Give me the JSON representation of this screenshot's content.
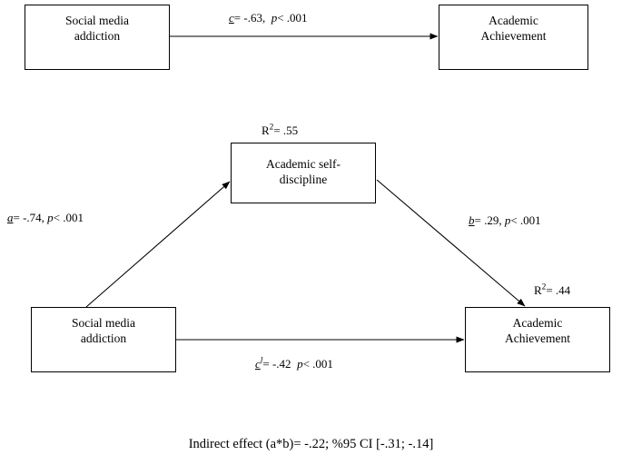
{
  "figure": {
    "caption": "Indirect effect (a*b)= -.22; %95 CI [-.31; -.14]",
    "line_color": "#000000",
    "background": "#ffffff"
  },
  "model_total": {
    "predictor": {
      "label": "Social media\naddiction"
    },
    "outcome": {
      "label": "Academic\nAchievement"
    },
    "path_c": {
      "symbol": "c",
      "coefficient": "= -.63,",
      "p_symbol": "p",
      "p_value": "< .001"
    }
  },
  "model_mediation": {
    "predictor": {
      "label": "Social media\naddiction"
    },
    "mediator": {
      "label": "Academic self-\ndiscipline",
      "r2_symbol": "R",
      "r2_exponent": "2",
      "r2_value": "= .55"
    },
    "outcome": {
      "label": "Academic\nAchievement",
      "r2_symbol": "R",
      "r2_exponent": "2",
      "r2_value": "= .44"
    },
    "path_a": {
      "symbol": "a",
      "coefficient": "= -.74,",
      "p_symbol": "p",
      "p_value": "< .001"
    },
    "path_b": {
      "symbol": "b",
      "coefficient": "= .29,",
      "p_symbol": "p",
      "p_value": "< .001"
    },
    "path_c_prime": {
      "symbol": "c",
      "prime": "l",
      "coefficient": "= -.42",
      "p_symbol": "p",
      "p_value": "< .001"
    }
  }
}
